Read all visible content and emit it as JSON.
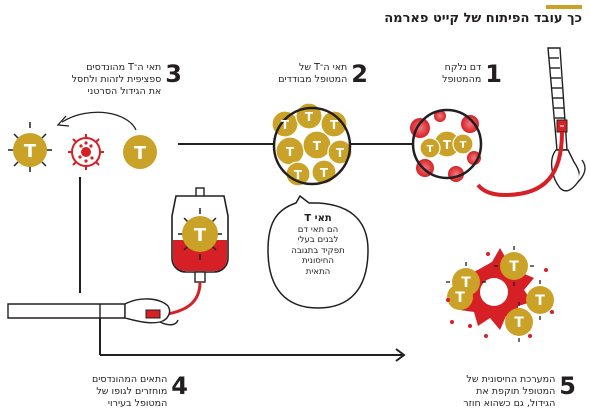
{
  "title": "כך עובד הפיתוח של קייט פארמה",
  "t_letter": "T",
  "steps": [
    {
      "num": "1",
      "lines": [
        "דם נלקח",
        "מהמטופל"
      ]
    },
    {
      "num": "2",
      "lines": [
        "תאי ה־T של",
        "המטופל מבודדים"
      ]
    },
    {
      "num": "3",
      "lines": [
        "תאי ה־T מהונדסים",
        "ספציפית לזהות ולחסל",
        "את הגידול הסרטני"
      ]
    },
    {
      "num": "4",
      "lines": [
        "התאים המהונדסים",
        "מוחזרים לגופו של",
        "המטופל בעירוי"
      ]
    },
    {
      "num": "5",
      "lines": [
        "המערכת החיסונית של",
        "המטופל תוקפת את",
        "הגידול, גם כשהוא חוזר"
      ]
    }
  ],
  "bubble": {
    "title": "תאי T",
    "lines": [
      "הם תאי דם",
      "לבנים בעלי",
      "תפקיד בתגובה",
      "החיסונית",
      "התאית"
    ]
  },
  "colors": {
    "accent": "#c9a227",
    "red": "#d71f26",
    "dark": "#231f20",
    "virus_dark": "#7a1a1d"
  }
}
